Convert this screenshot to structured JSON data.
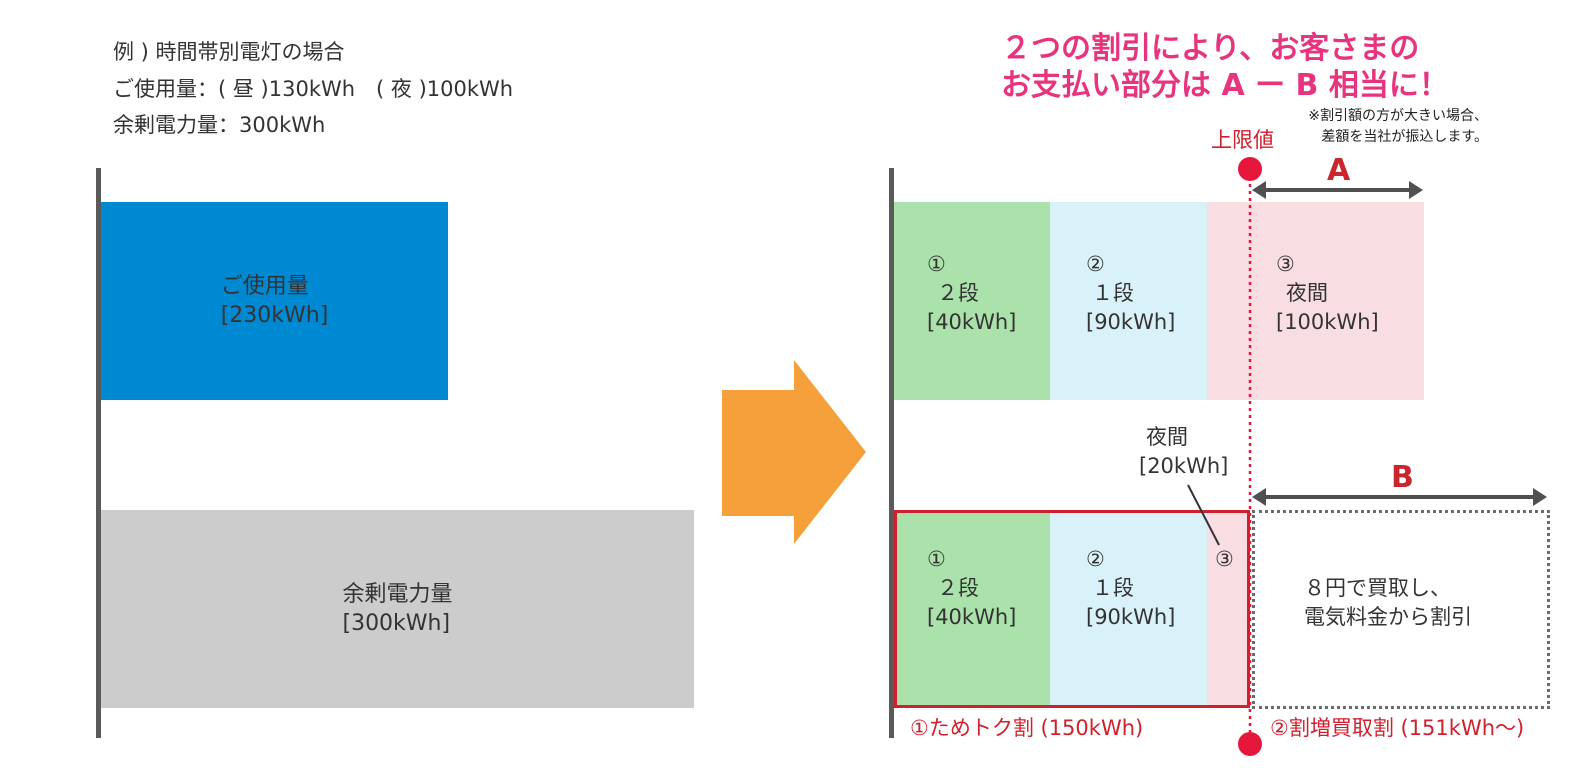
{
  "example": {
    "line1": "例 ) 時間帯別電灯の場合",
    "line2": "ご使用量：( 昼 )130kWh　( 夜 )100kWh",
    "line3": "余剰電力量：300kWh"
  },
  "left_chart": {
    "usage_block": {
      "label": "ご使用量",
      "value": "[230kWh]",
      "color": "#0089d3"
    },
    "surplus_block": {
      "label": "余剰電力量",
      "value": "[300kWh]",
      "color": "#cccccc"
    }
  },
  "arrow": {
    "color": "#f5a03a"
  },
  "headline": {
    "line1": "２つの割引により、お客さまの",
    "line2": "お支払い部分は A ー B 相当に！",
    "color": "#e8337e"
  },
  "note": {
    "line1": "※割引額の方が大きい場合、",
    "line2": "差額を当社が振込します。"
  },
  "limit_label": "上限値",
  "letter_a": "A",
  "letter_b": "B",
  "top_row": {
    "seg1": {
      "num": "①",
      "name": "２段",
      "value": "[40kWh]",
      "color": "#abe1ab"
    },
    "seg2": {
      "num": "②",
      "name": "１段",
      "value": "[90kWh]",
      "color": "#d9f1f8"
    },
    "seg3": {
      "num": "③",
      "name": "夜間",
      "value": "[100kWh]",
      "color": "#f8dde2"
    }
  },
  "bottom_row": {
    "seg1": {
      "num": "①",
      "name": "２段",
      "value": "[40kWh]"
    },
    "seg2": {
      "num": "②",
      "name": "１段",
      "value": "[90kWh]"
    },
    "seg3": {
      "num": "③"
    },
    "callout_name": "夜間",
    "callout_value": "[20kWh]",
    "buyback_line1": "８円で買取し、",
    "buyback_line2": "電気料金から割引"
  },
  "labels": {
    "tame": "①ためトク割 (150kWh)",
    "buyback": "②割増買取割 (151kWh〜)"
  }
}
